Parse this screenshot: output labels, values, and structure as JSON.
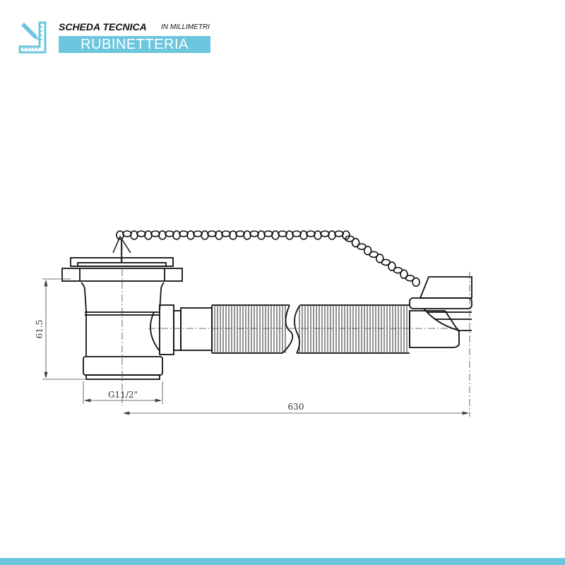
{
  "header": {
    "title": "SCHEDA TECNICA",
    "unit_note": "IN MILLIMETRI",
    "category": "RUBINETTERIA",
    "logo_icon": "ruler-pencil-icon",
    "accent_color": "#6cc6de"
  },
  "drawing": {
    "dimensions": {
      "height": "61.5",
      "thread": "G11/2\"",
      "length": "630"
    }
  }
}
